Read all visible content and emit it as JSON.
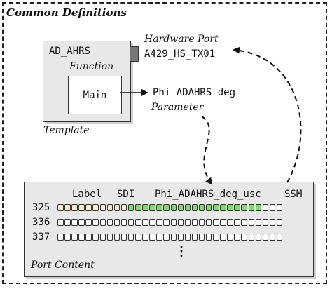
{
  "title": "Common Definitions",
  "template": {
    "name": "AD_AHRS",
    "function_label": "Function",
    "main_label": "Main",
    "caption": "Template"
  },
  "hardware_port": {
    "label": "Hardware Port",
    "value": "A429_HS_TX01"
  },
  "parameter": {
    "name": "Phi_ADAHRS_deg",
    "label": "Parameter"
  },
  "port_content": {
    "caption": "Port Content",
    "headers": {
      "label": "Label",
      "sdi": "SDI",
      "data": "Phi_ADAHRS_deg_usc",
      "ssm": "SSM"
    },
    "bits_per_word": 32,
    "rows": [
      {
        "label": "325",
        "highlight": true
      },
      {
        "label": "336",
        "highlight": false
      },
      {
        "label": "337",
        "highlight": false
      }
    ],
    "continuation": "⋮",
    "colors": {
      "label_sdi_fill": "#fbeed2",
      "data_fill": "#7fdc6e",
      "empty_fill": "#ffffff",
      "box_fill": "#e8e8e8",
      "port_fill": "#777777"
    }
  }
}
